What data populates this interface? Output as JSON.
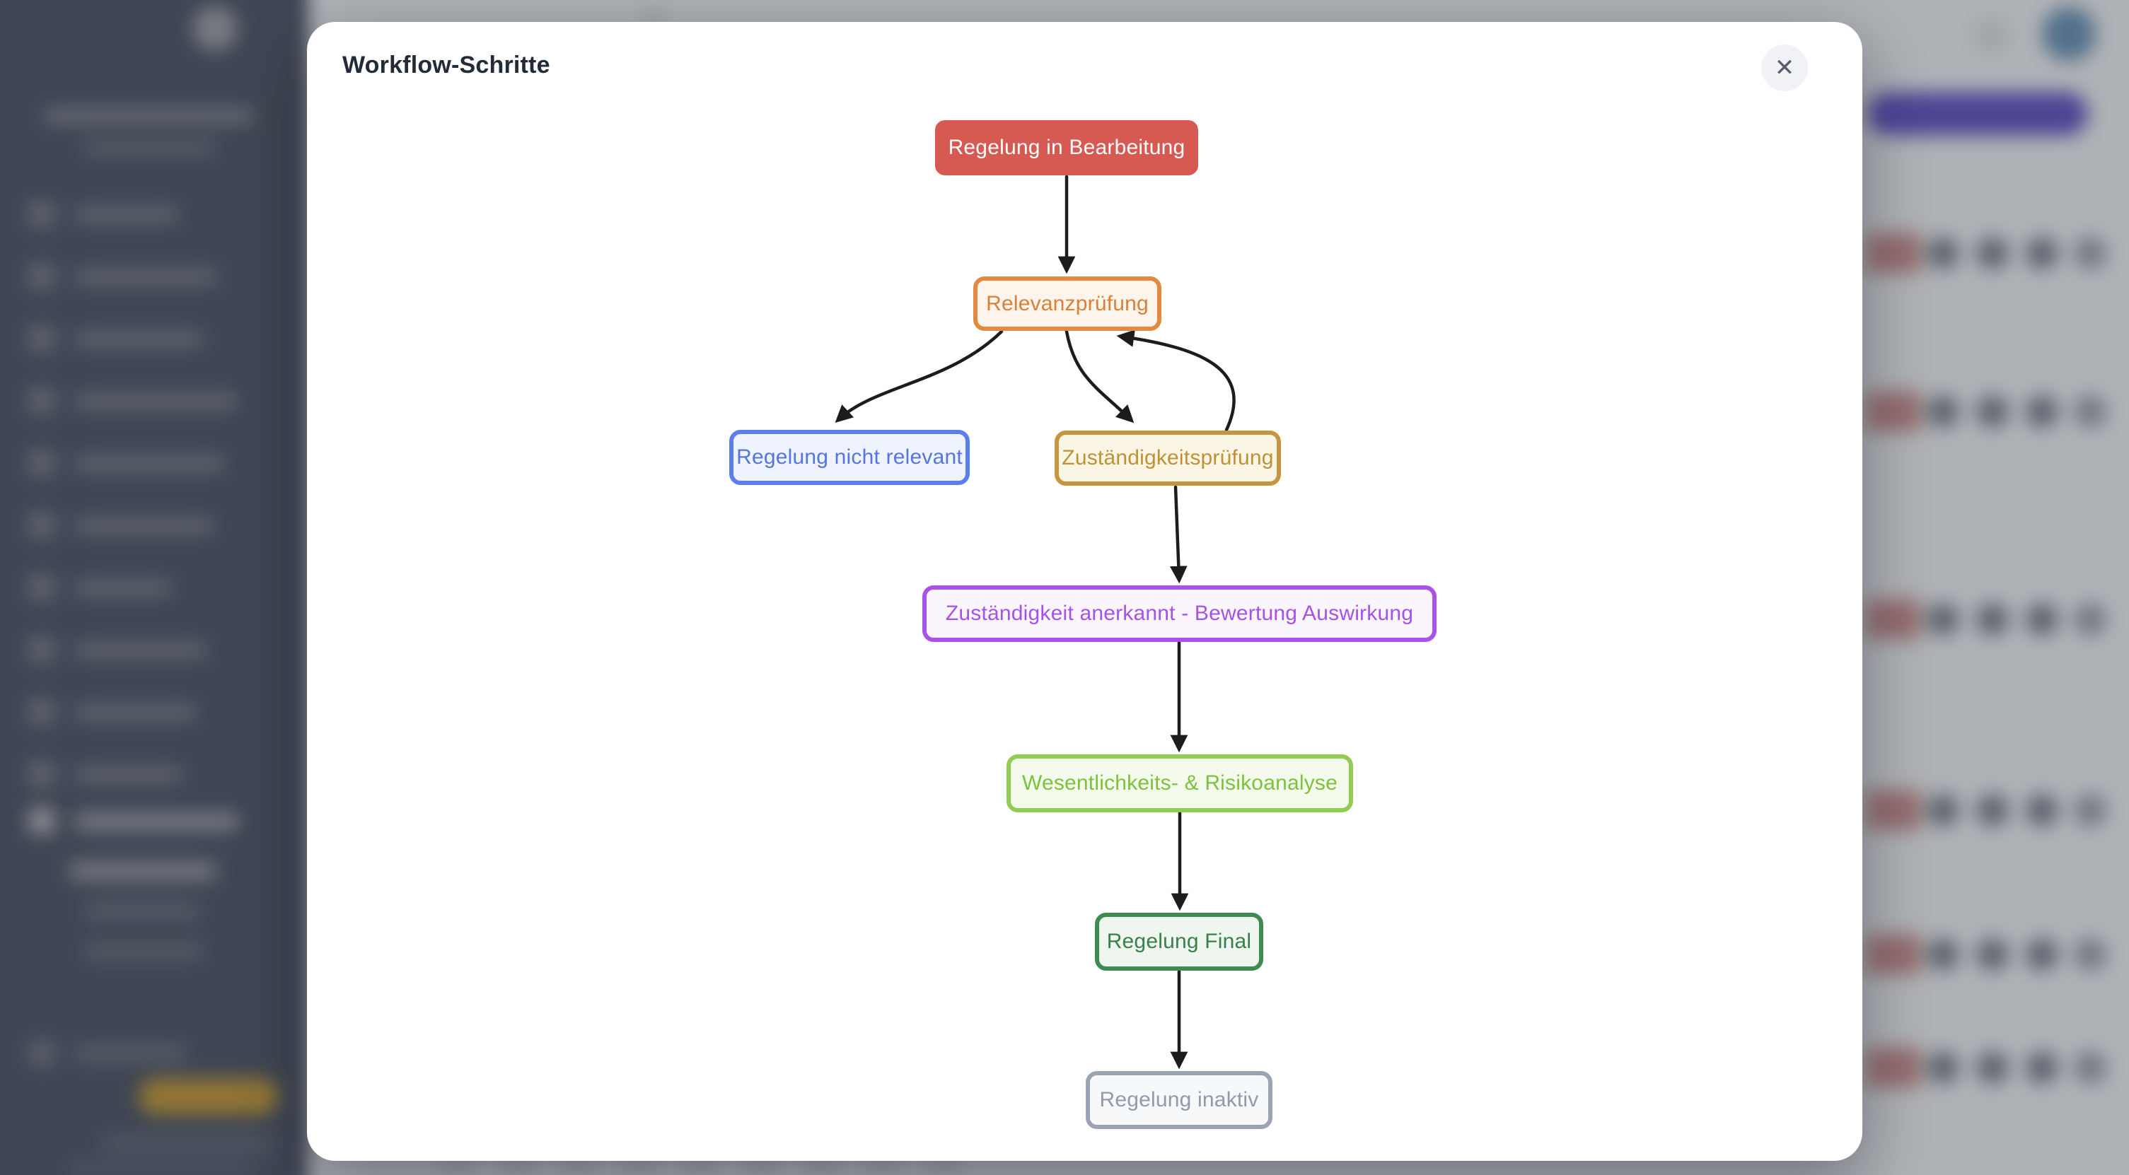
{
  "modal": {
    "title": "Workflow-Schritte",
    "close_icon": "✕"
  },
  "diagram": {
    "arrow_color": "#1c1c1c",
    "nodes": [
      {
        "id": "in_bearbeitung",
        "label": "Regelung in Bearbeitung",
        "fill": "#d75a52",
        "border": "#d75a52",
        "text_color": "#ffffff"
      },
      {
        "id": "relevanzpruefung",
        "label": "Relevanzprüfung",
        "fill": "#fdf4ec",
        "border": "#e28a42",
        "text_color": "#db8036"
      },
      {
        "id": "nicht_relevant",
        "label": "Regelung nicht relevant",
        "fill": "#eef3fd",
        "border": "#5d7eea",
        "text_color": "#5675de"
      },
      {
        "id": "zustaendigkeitspruefung",
        "label": "Zuständigkeitsprüfung",
        "fill": "#fbf5e5",
        "border": "#c5963d",
        "text_color": "#bf9135"
      },
      {
        "id": "zustaendigkeit_anerkannt",
        "label": "Zuständigkeit anerkannt - Bewertung Auswirkung",
        "fill": "#fbf5fe",
        "border": "#a852ea",
        "text_color": "#a552e8"
      },
      {
        "id": "wesentlichkeit",
        "label": "Wesentlichkeits- & Risikoanalyse",
        "fill": "#f4faeb",
        "border": "#92cc52",
        "text_color": "#7dc13e"
      },
      {
        "id": "final",
        "label": "Regelung Final",
        "fill": "#eef6ef",
        "border": "#3e8b51",
        "text_color": "#38814a"
      },
      {
        "id": "inaktiv",
        "label": "Regelung inaktiv",
        "fill": "#f7f8fa",
        "border": "#9aa4b4",
        "text_color": "#909aab"
      }
    ],
    "edges": [
      {
        "from": "in_bearbeitung",
        "to": "relevanzpruefung"
      },
      {
        "from": "relevanzpruefung",
        "to": "nicht_relevant"
      },
      {
        "from": "relevanzpruefung",
        "to": "zustaendigkeitspruefung"
      },
      {
        "from": "zustaendigkeitspruefung",
        "to": "relevanzpruefung"
      },
      {
        "from": "zustaendigkeitspruefung",
        "to": "zustaendigkeit_anerkannt"
      },
      {
        "from": "zustaendigkeit_anerkannt",
        "to": "wesentlichkeit"
      },
      {
        "from": "wesentlichkeit",
        "to": "final"
      },
      {
        "from": "final",
        "to": "inaktiv"
      }
    ]
  },
  "background": {
    "sidebar_color": "#4d5463",
    "sidebar_accent_button_color": "#c59a36",
    "primary_button_color": "#6254c4",
    "avatar_color": "#6b93b5",
    "row_badge_color": "#c98f8d"
  }
}
